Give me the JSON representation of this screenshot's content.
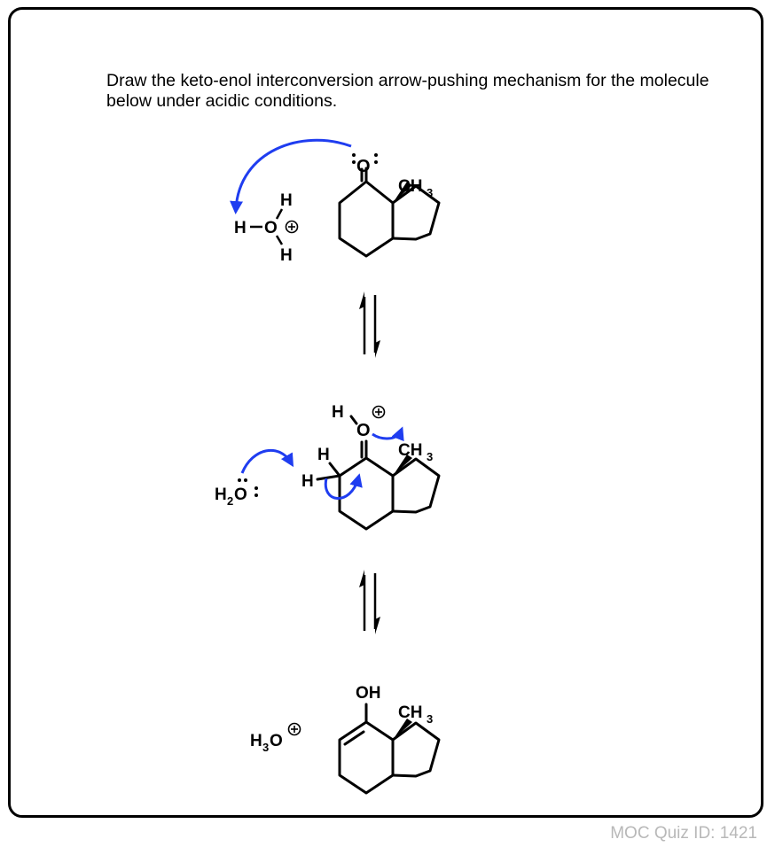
{
  "question": "Draw the keto-enol interconversion arrow-pushing mechanism for the molecule below under acidic conditions.",
  "footer": "MOC Quiz ID: 1421",
  "colors": {
    "arrow": "#1f3df0",
    "bond": "#000000",
    "footer": "#b8b8b8"
  },
  "labels": {
    "H": "H",
    "O": "O",
    "OH": "OH",
    "CH": "CH",
    "sub3": "3",
    "sub2": "2",
    "H3_H": "H",
    "H3_O": "O",
    "H2_H": "H",
    "H2_O": "O",
    "charge_symbol": "plus-in-circle",
    "lone_pair": "two-dots"
  }
}
